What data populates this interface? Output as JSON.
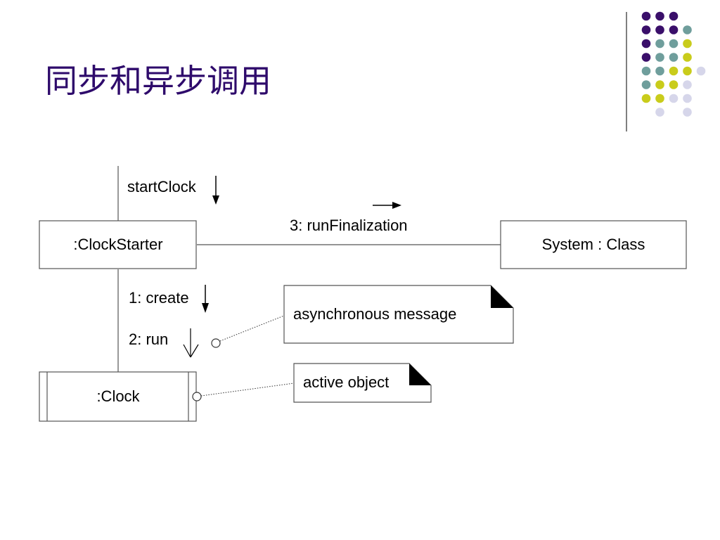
{
  "slide": {
    "title": "同步和异步调用"
  },
  "theme": {
    "title_color": "#2e0a6b",
    "dot_colors": {
      "purple": "#3a0f6a",
      "teal": "#6f9e9c",
      "yellow": "#c9cc1b",
      "lavender": "#d6d6ea"
    }
  },
  "diagram": {
    "objects": {
      "clock_starter": ":ClockStarter",
      "system_class": "System : Class",
      "clock": ":Clock"
    },
    "messages": {
      "start_clock": "startClock",
      "run_finalization": "3: runFinalization",
      "create": "1: create",
      "run": "2: run"
    },
    "notes": {
      "asynchronous_message": "asynchronous message",
      "active_object": "active object"
    }
  }
}
